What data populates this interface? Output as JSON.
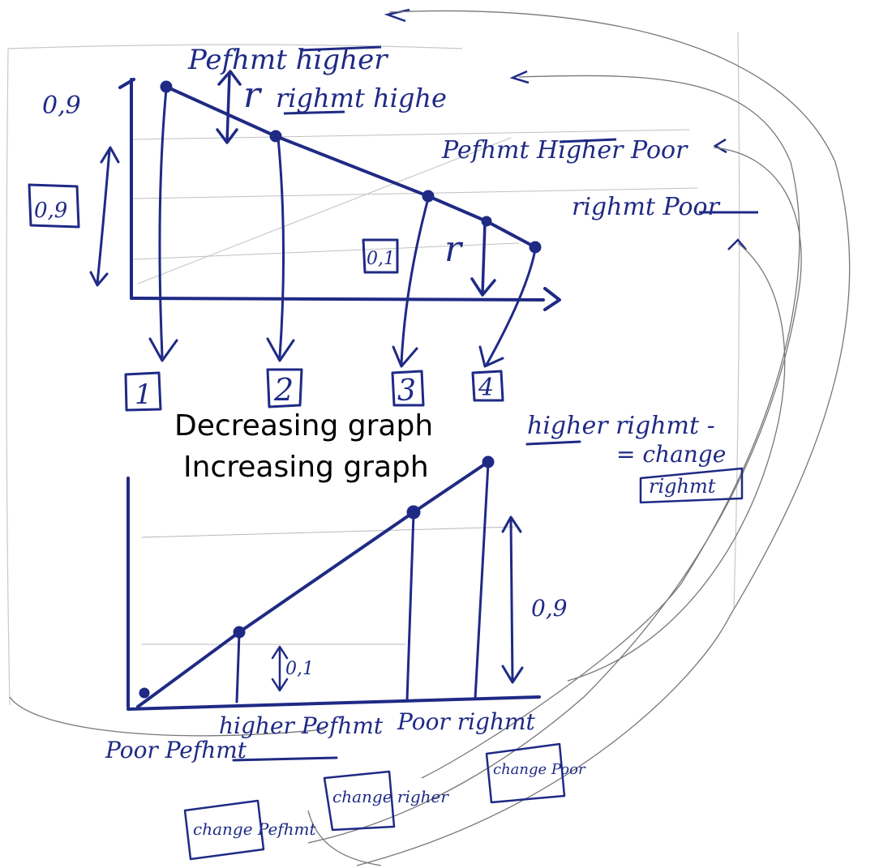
{
  "colors": {
    "ink": "#1f2a85",
    "paper": "#ffffff",
    "faint": "#bdbdbd",
    "typed": "#000000"
  },
  "overlay": {
    "title_decreasing": "Decreasing graph",
    "title_increasing": "Increasing graph"
  },
  "top_graph": {
    "y_tick": "0,9",
    "boxed_height": "0,9",
    "small_gap": "0,1",
    "gap_label_a": "r",
    "gap_label_b": "r",
    "boxes": [
      "1",
      "2",
      "3",
      "4"
    ],
    "notes": [
      {
        "text": "Pefhmt higher",
        "strike": false
      },
      {
        "text": "righmt highe",
        "strike": false
      },
      {
        "text": "Pefhmt Higher Poor",
        "strike": true
      },
      {
        "text": "righmt Poor",
        "strike": false
      }
    ]
  },
  "bottom_graph": {
    "gap_big": "0,9",
    "gap_small": "0,1",
    "right_note_line1": "higher righmt -",
    "right_note_line2": "= change",
    "right_note_box": "righmt",
    "x_labels": [
      "Poor Pefhmt",
      "higher Pefhmt",
      "Poor righmt"
    ],
    "boxes": [
      "change Pefhmt",
      "change righer",
      "change Poor"
    ]
  }
}
